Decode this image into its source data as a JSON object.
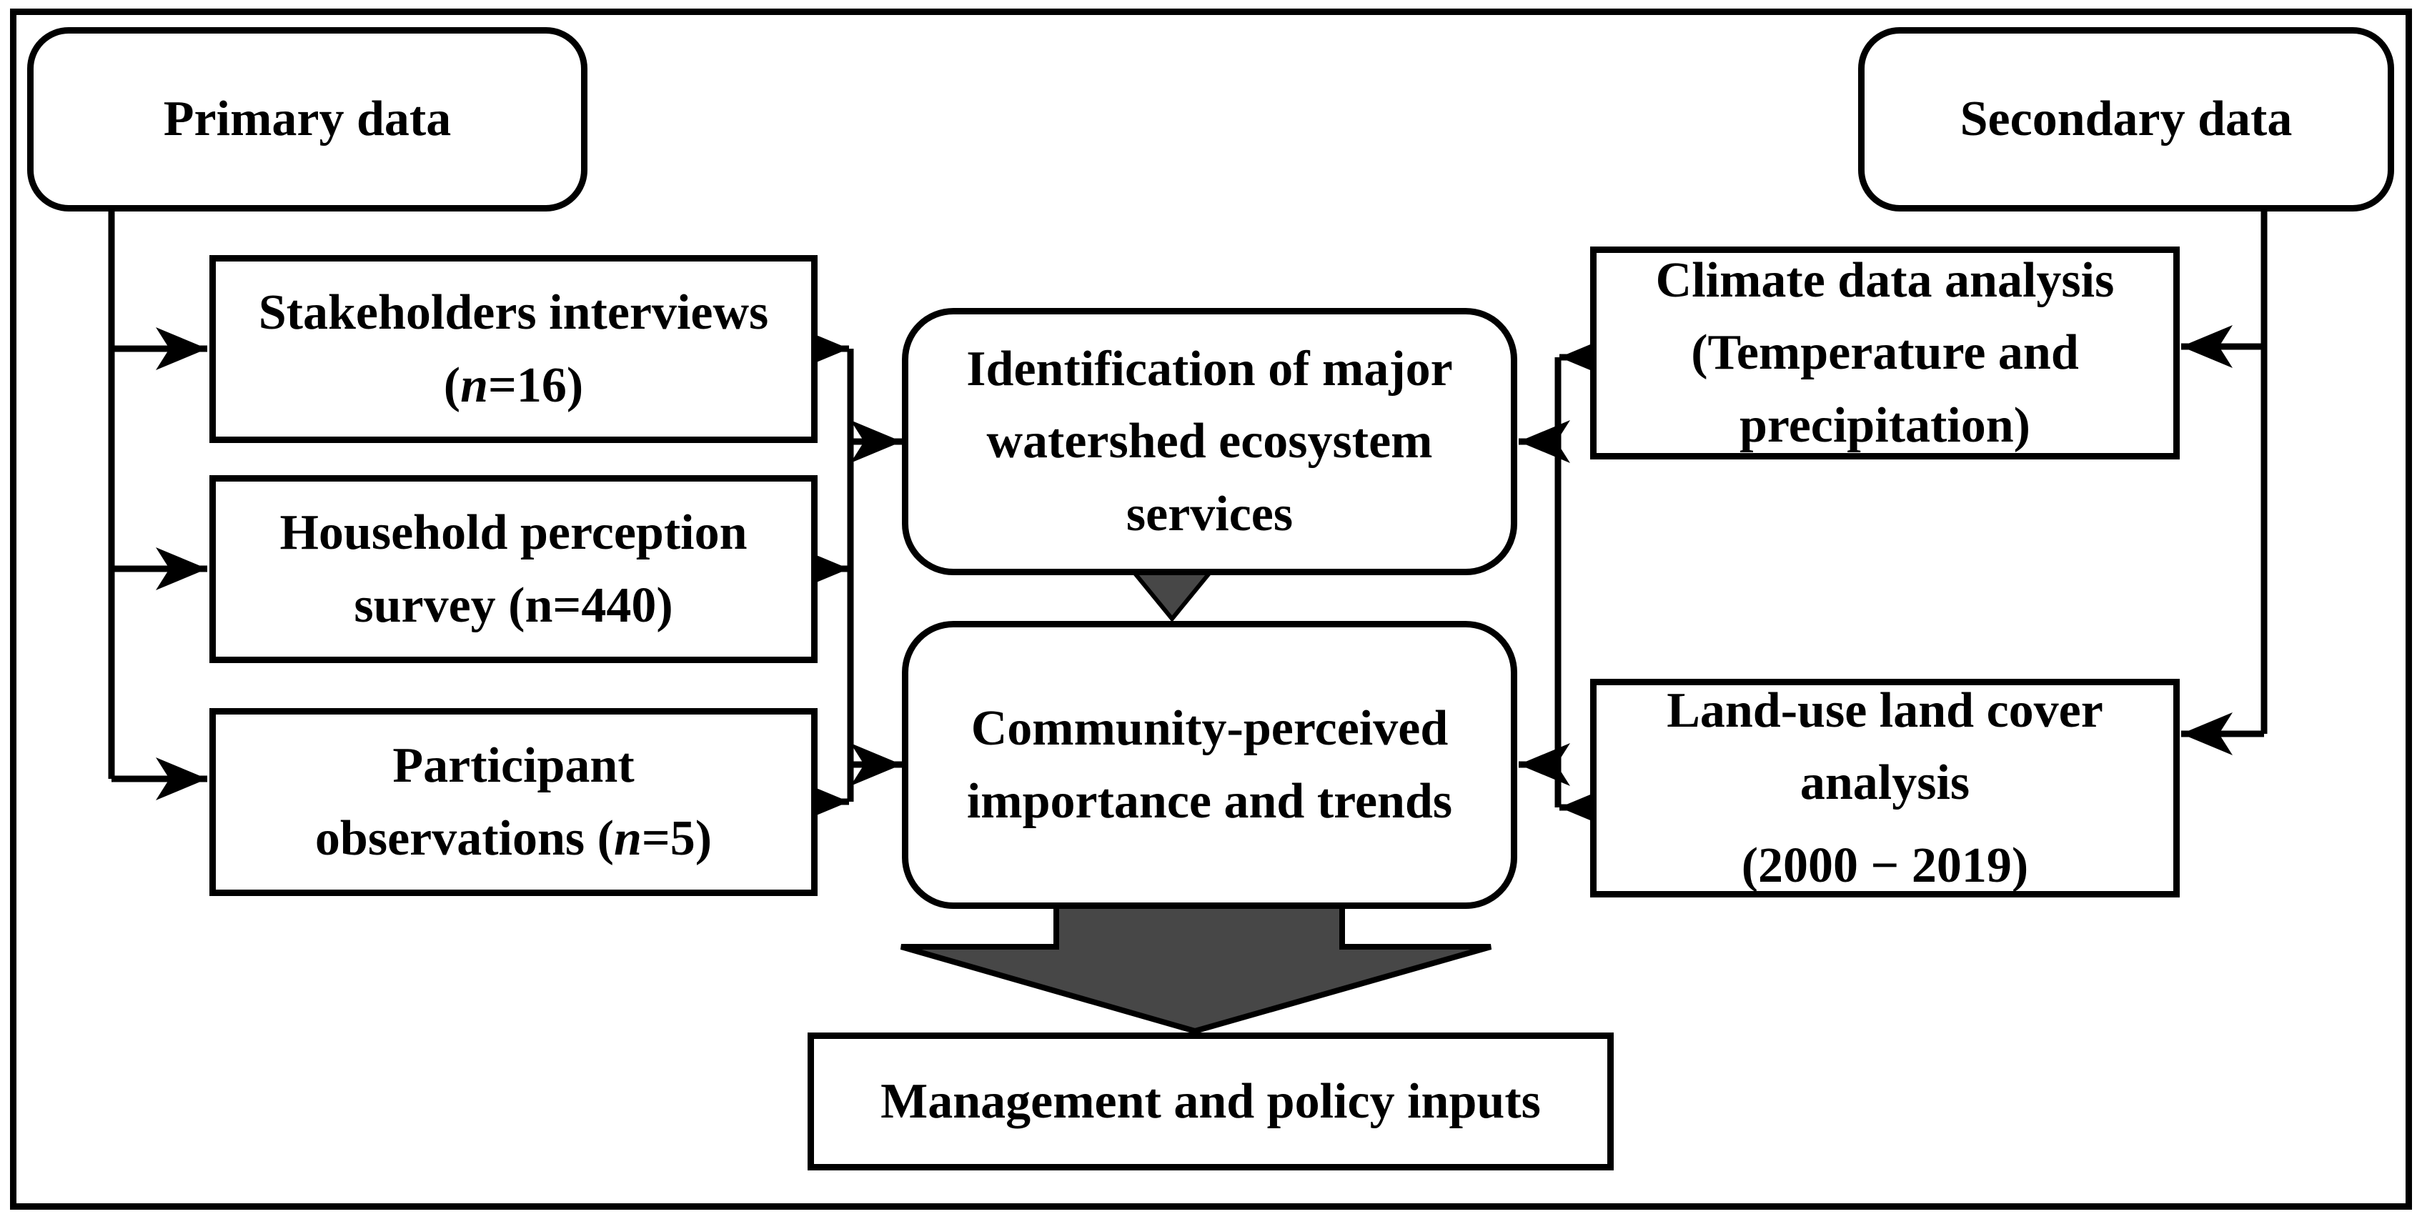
{
  "figure": {
    "type": "flow-diagram",
    "boxes": {
      "primary": {
        "label": "Primary data"
      },
      "secondary": {
        "label": "Secondary data"
      },
      "stakeholders": {
        "line1": "Stakeholders interviews",
        "l2_pre": "(",
        "l2_n": "n",
        "l2_post": "=16)"
      },
      "household": {
        "line1": "Household perception",
        "line2": "survey (n=440)"
      },
      "participant": {
        "line1": "Participant",
        "l2_pre": "observations (",
        "l2_n": "n",
        "l2_post": "=5)"
      },
      "identification": {
        "line1": "Identification of major",
        "line2": "watershed ecosystem",
        "line3": "services"
      },
      "community": {
        "line1": "Community-perceived",
        "line2": "importance and trends"
      },
      "climate": {
        "line1": "Climate data analysis",
        "line2": "(Temperature and",
        "line3": "precipitation)"
      },
      "landuse": {
        "line1": "Land-use land cover",
        "line2": "analysis",
        "line3": "(2000 − 2019)"
      },
      "management": {
        "label": "Management and policy inputs"
      }
    },
    "colors": {
      "line": "#000000",
      "box_fill": "#ffffff",
      "block_arrow_fill": "#474747",
      "background": "#ffffff"
    }
  }
}
